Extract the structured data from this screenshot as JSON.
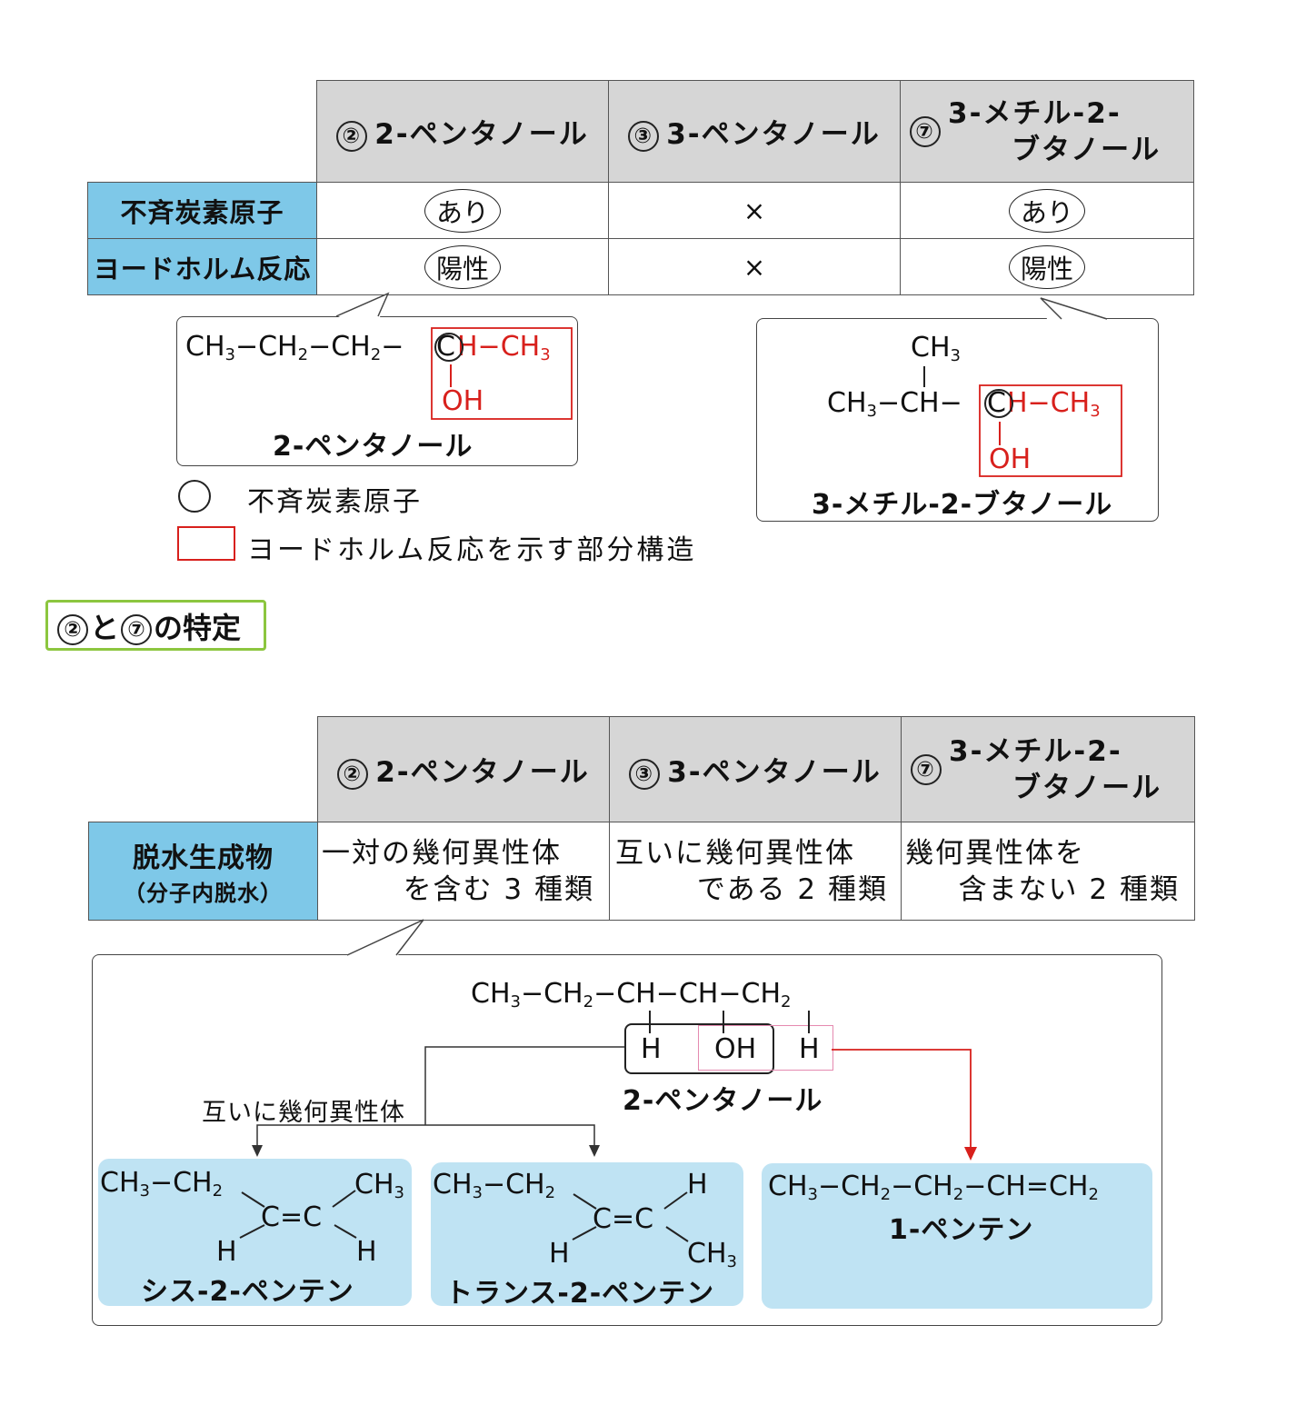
{
  "table1": {
    "headers": [
      {
        "num": "②",
        "name": "2-ペンタノール"
      },
      {
        "num": "③",
        "name": "3-ペンタノール"
      },
      {
        "num": "⑦",
        "name_line1": "3-メチル-2-",
        "name_line2": "ブタノール"
      }
    ],
    "rows": [
      {
        "label": "不斉炭素原子",
        "values": [
          "あり",
          "×",
          "あり"
        ]
      },
      {
        "label": "ヨードホルム反応",
        "values": [
          "陽性",
          "×",
          "陽性"
        ]
      }
    ]
  },
  "structure_left": {
    "chain": [
      "CH₃",
      "−",
      "CH₂",
      "−",
      "CH₂",
      "−"
    ],
    "c": "C",
    "h_ch3": "H−CH₃",
    "oh": "OH",
    "name": "2-ペンタノール"
  },
  "structure_right": {
    "top": "CH₃",
    "chain": "CH₃−CH−",
    "c": "C",
    "h_ch3": "H−CH₃",
    "oh": "OH",
    "name": "3-メチル-2-ブタノール"
  },
  "legend": {
    "circle_label": "不斉炭素原子",
    "box_label": "ヨードホルム反応を示す部分構造"
  },
  "section_title": {
    "n1": "②",
    "mid": "と",
    "n2": "⑦",
    "rest": "の特定"
  },
  "table2": {
    "headers": [
      {
        "num": "②",
        "name": "2-ペンタノール"
      },
      {
        "num": "③",
        "name": "3-ペンタノール"
      },
      {
        "num": "⑦",
        "name_line1": "3-メチル-2-",
        "name_line2": "ブタノール"
      }
    ],
    "row_label_line1": "脱水生成物",
    "row_label_line2": "（分子内脱水）",
    "values": [
      {
        "line1": "一対の幾何異性体",
        "line2": "を含む 3 種類"
      },
      {
        "line1": "互いに幾何異性体",
        "line2": "である 2 種類"
      },
      {
        "line1": "幾何異性体を",
        "line2": "含まない 2 種類"
      }
    ]
  },
  "dehydration": {
    "main_chain": "CH₃−CH₂−CH−CH−CH₂",
    "h_left": "H",
    "oh": "OH",
    "h_right": "H",
    "name": "2-ペンタノール",
    "branch_label": "互いに幾何異性体",
    "cis": {
      "ch3ch2": "CH₃−CH₂",
      "ch3": "CH₃",
      "ceq": "C=C",
      "h1": "H",
      "h2": "H",
      "name": "シス-2-ペンテン"
    },
    "trans": {
      "ch3ch2": "CH₃−CH₂",
      "h_top": "H",
      "ceq": "C=C",
      "h_bot": "H",
      "ch3": "CH₃",
      "name": "トランス-2-ペンテン"
    },
    "pentene1": {
      "formula": "CH₃−CH₂−CH₂−CH=CH₂",
      "name": "1-ペンテン"
    }
  },
  "colors": {
    "header_gray": "#d6d6d6",
    "label_blue": "#7ec8e8",
    "product_blue": "#bfe3f3",
    "red": "#d8201c",
    "title_green": "#8cc63f"
  }
}
